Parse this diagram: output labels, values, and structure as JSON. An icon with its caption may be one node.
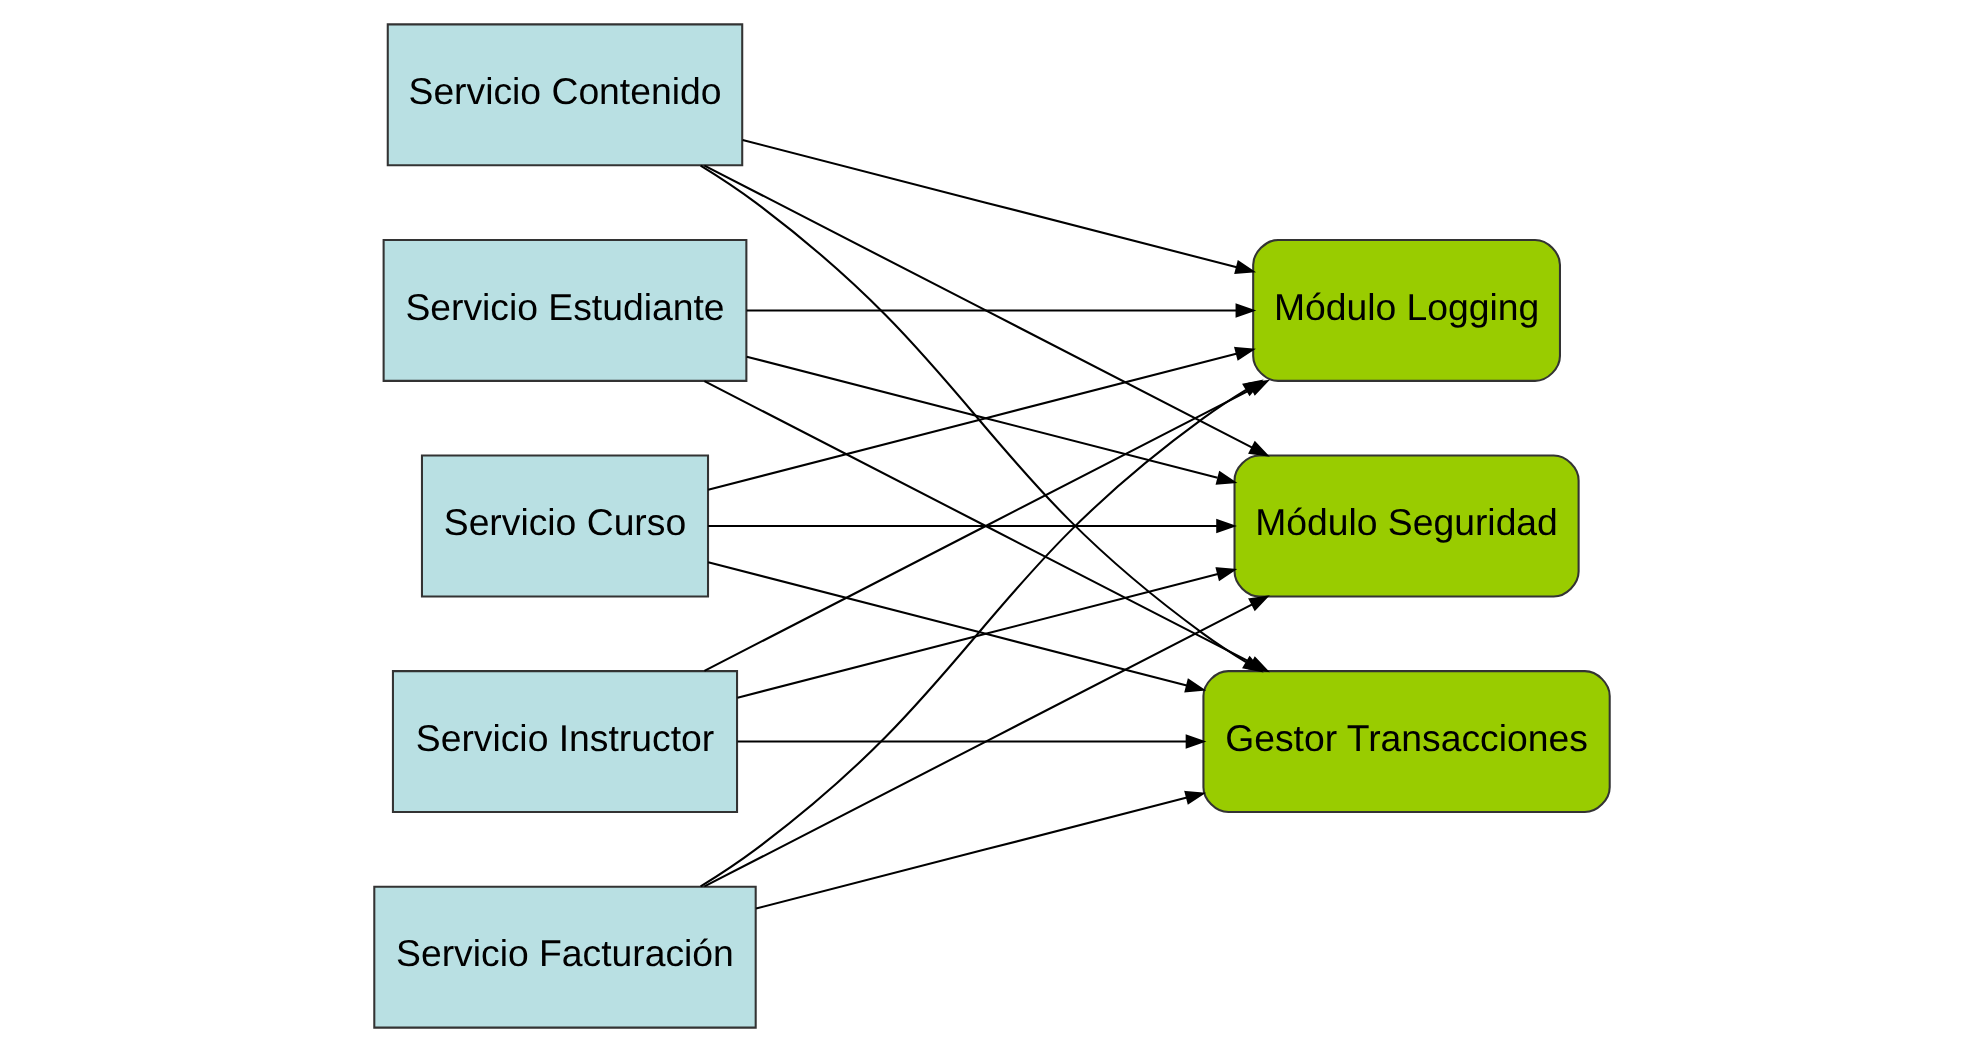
{
  "diagram": {
    "nodes": [
      {
        "text": [
          "Servicio Estudiante"
        ]
      },
      {
        "text": [
          "Servicio Curso"
        ]
      },
      {
        "text": [
          "Servicio Instructor"
        ]
      },
      {
        "text": [
          "Servicio Facturación"
        ]
      },
      {
        "text": [
          "Servicio Contenido"
        ]
      },
      {
        "text": [
          "Módulo Logging"
        ]
      },
      {
        "text": [
          "Módulo Seguridad"
        ]
      },
      {
        "text": [
          "Gestor Transacciones"
        ]
      }
    ],
    "edges": [
      {
        "from": 0,
        "to": 5,
        "arrow": "to"
      },
      {
        "from": 0,
        "to": 6,
        "arrow": "to"
      },
      {
        "from": 0,
        "to": 7,
        "arrow": "to"
      },
      {
        "from": 1,
        "to": 5,
        "arrow": "to"
      },
      {
        "from": 1,
        "to": 6,
        "arrow": "to"
      },
      {
        "from": 1,
        "to": 7,
        "arrow": "to"
      },
      {
        "from": 2,
        "to": 5,
        "arrow": "to"
      },
      {
        "from": 2,
        "to": 6,
        "arrow": "to"
      },
      {
        "from": 2,
        "to": 7,
        "arrow": "to"
      },
      {
        "from": 3,
        "to": 5,
        "arrow": "to"
      },
      {
        "from": 3,
        "to": 6,
        "arrow": "to"
      },
      {
        "from": 3,
        "to": 7,
        "arrow": "to"
      },
      {
        "from": 4,
        "to": 5,
        "arrow": "to"
      },
      {
        "from": 4,
        "to": 6,
        "arrow": "to"
      },
      {
        "from": 4,
        "to": 7,
        "arrow": "to"
      }
    ]
  }
}
